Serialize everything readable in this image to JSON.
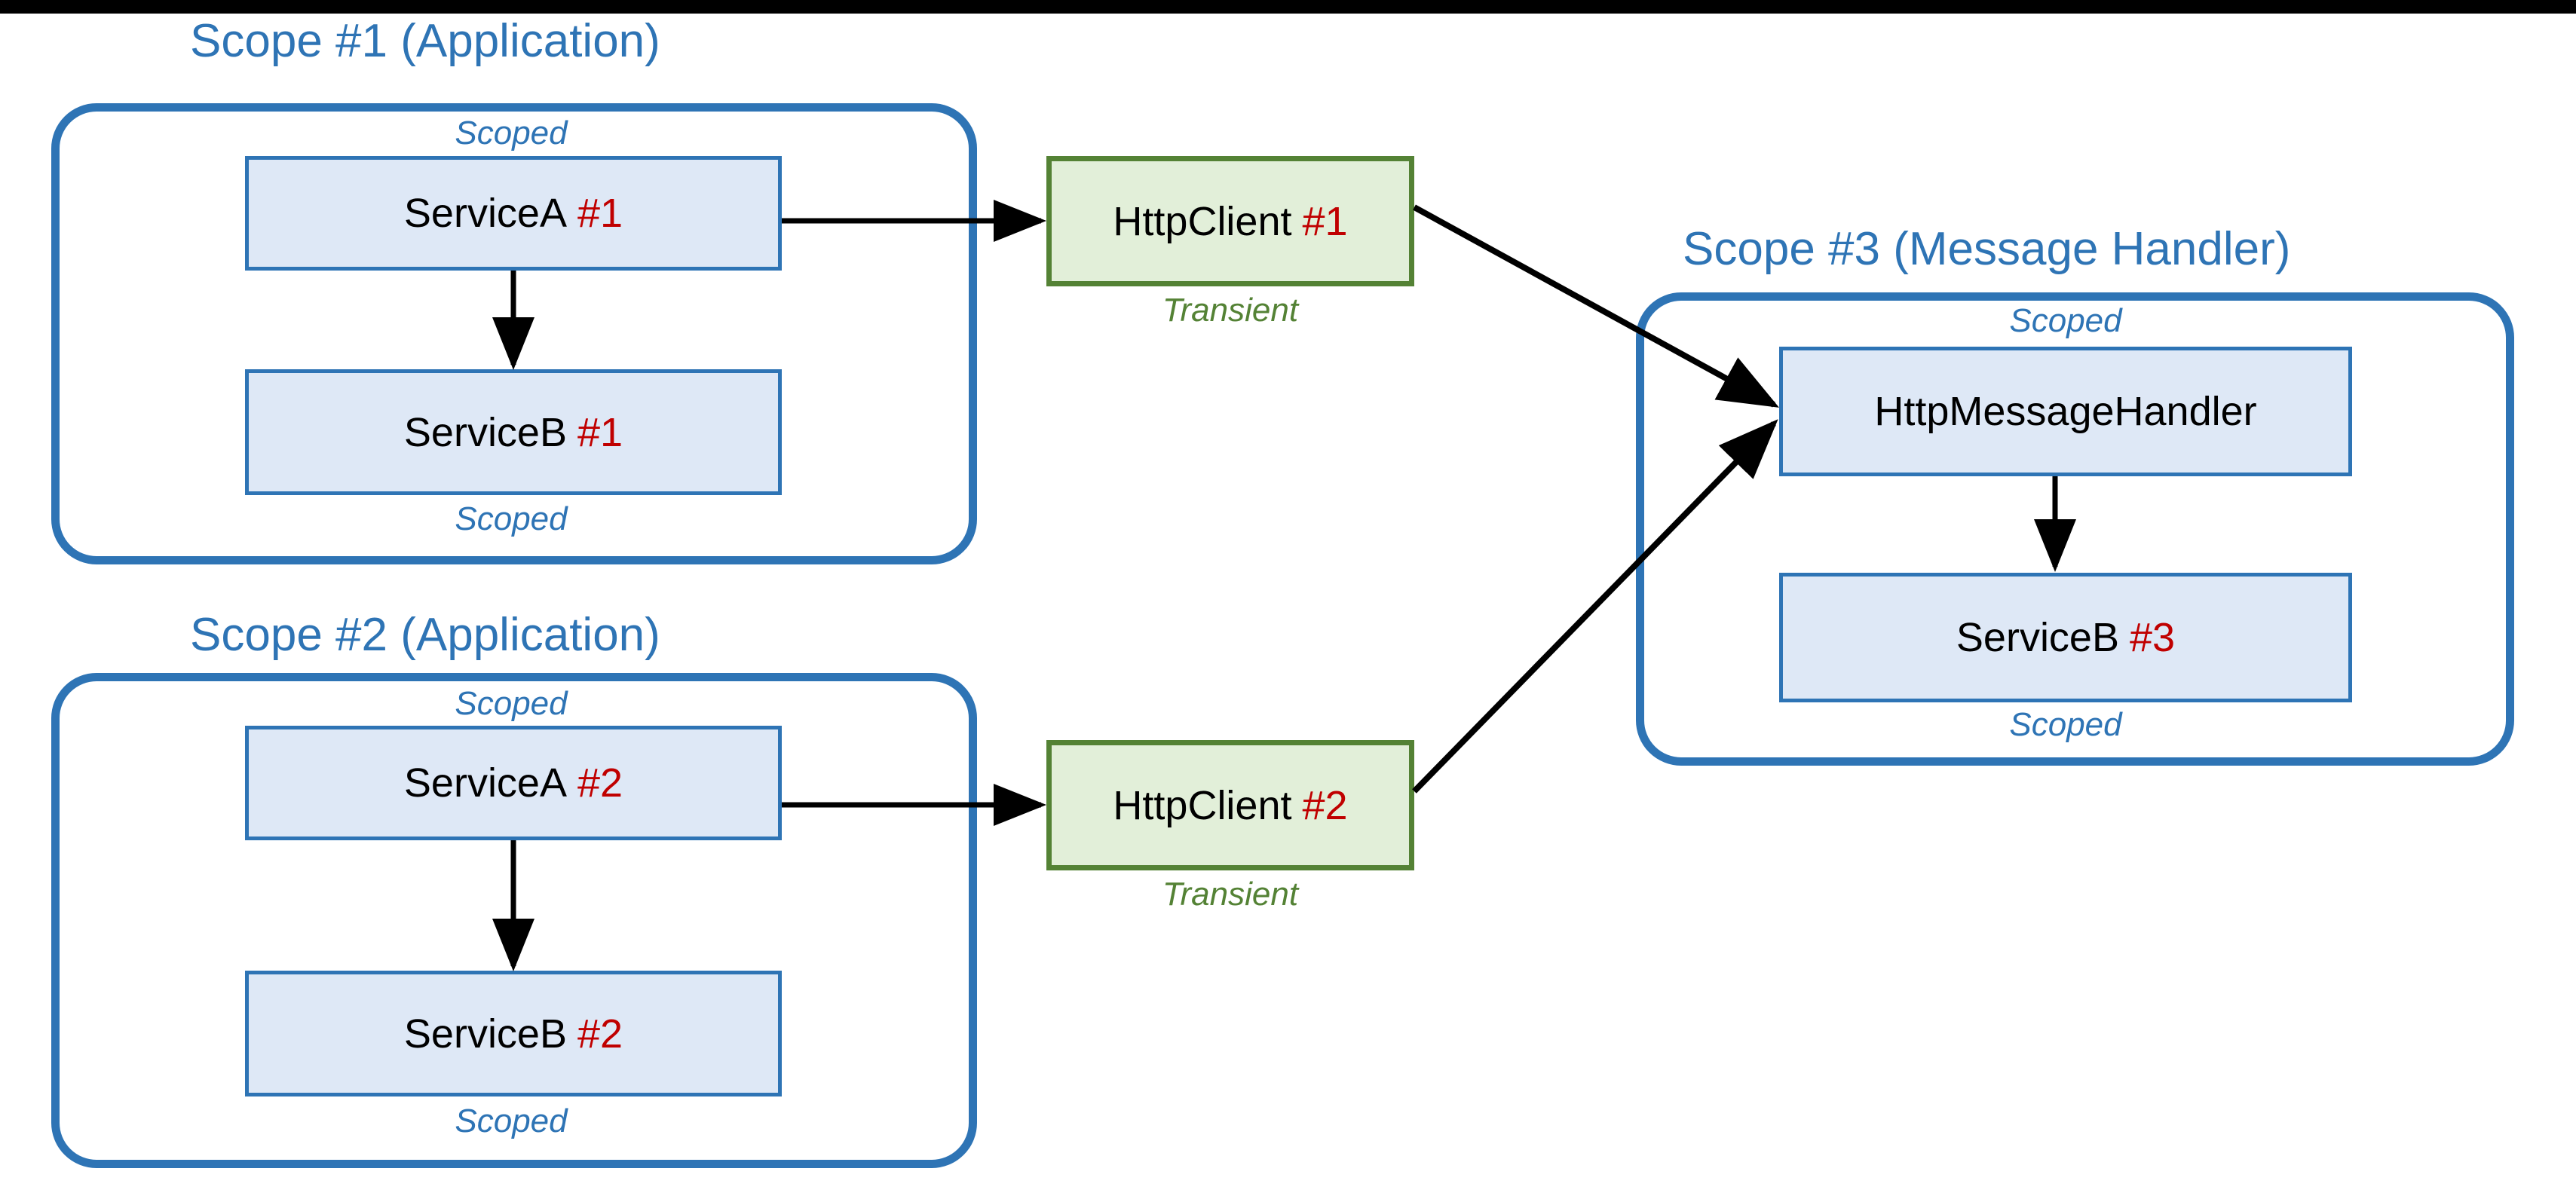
{
  "diagram": {
    "title_color": "#2E74B5",
    "accent_red": "#C00000",
    "accent_green": "#548235",
    "node_blue_fill": "#DEE8F6",
    "node_green_fill": "#E2EFD9"
  },
  "scopes": [
    {
      "id": "scope1",
      "title": "Scope #1 (Application)",
      "top_lifetime": "Scoped",
      "bottom_lifetime": "Scoped",
      "nodes": [
        {
          "name": "ServiceA",
          "instance": "#1"
        },
        {
          "name": "ServiceB",
          "instance": "#1"
        }
      ]
    },
    {
      "id": "scope2",
      "title": "Scope #2 (Application)",
      "top_lifetime": "Scoped",
      "bottom_lifetime": "Scoped",
      "nodes": [
        {
          "name": "ServiceA",
          "instance": "#2"
        },
        {
          "name": "ServiceB",
          "instance": "#2"
        }
      ]
    },
    {
      "id": "scope3",
      "title": "Scope #3 (Message Handler)",
      "top_lifetime": "Scoped",
      "bottom_lifetime": "Scoped",
      "nodes": [
        {
          "name": "HttpMessageHandler",
          "instance": ""
        },
        {
          "name": "ServiceB",
          "instance": "#3"
        }
      ]
    }
  ],
  "clients": [
    {
      "id": "httpclient1",
      "name": "HttpClient",
      "instance": "#1",
      "lifetime": "Transient"
    },
    {
      "id": "httpclient2",
      "name": "HttpClient",
      "instance": "#2",
      "lifetime": "Transient"
    }
  ]
}
